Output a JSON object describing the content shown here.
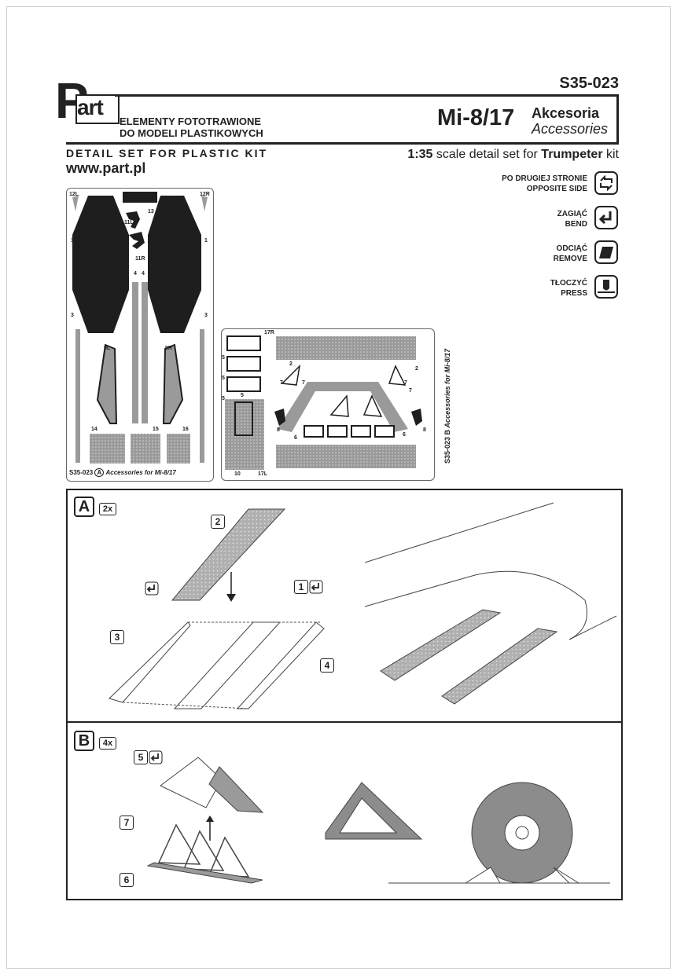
{
  "header": {
    "code": "S35-023",
    "logo_p": "P",
    "logo_art": "art",
    "polish_line1": "ELEMENTY FOTOTRAWIONE",
    "polish_line2": "DO MODELI PLASTIKOWYCH",
    "model": "Mi-8/17",
    "subtitle_pl": "Akcesoria",
    "subtitle_en": "Accessories",
    "detail_set": "DETAIL SET FOR PLASTIC KIT",
    "website": "www.part.pl",
    "scale": "1:35",
    "scale_text": " scale detail set for ",
    "kit_maker": "Trumpeter",
    "kit_word": " kit"
  },
  "legend": [
    {
      "line1": "PO DRUGIEJ STRONIE",
      "line2": "OPPOSITE SIDE",
      "icon": "opposite-side-icon"
    },
    {
      "line1": "ZAGIĄĆ",
      "line2": "BEND",
      "icon": "bend-icon"
    },
    {
      "line1": "ODCIĄĆ",
      "line2": "REMOVE",
      "icon": "remove-icon"
    },
    {
      "line1": "TŁOCZYĆ",
      "line2": "PRESS",
      "icon": "press-icon"
    }
  ],
  "fret_a": {
    "code": "S35-023",
    "letter": "A",
    "caption": "Accessories for Mi-8/17",
    "labels": [
      "12L",
      "12R",
      "13",
      "11L",
      "11R",
      "1",
      "1",
      "4",
      "4",
      "3",
      "3",
      "9L",
      "9R",
      "14",
      "15",
      "16"
    ]
  },
  "fret_b": {
    "code": "S35-023",
    "letter": "B",
    "caption": "Accessories for Mi-8/17",
    "labels": [
      "17R",
      "5",
      "5",
      "5",
      "5",
      "2",
      "2",
      "7",
      "7",
      "7",
      "7",
      "8",
      "8",
      "6",
      "6",
      "10",
      "17L"
    ]
  },
  "section_a": {
    "letter": "A",
    "multiplier": "2x",
    "callouts": [
      "1",
      "2",
      "3",
      "4"
    ]
  },
  "section_b": {
    "letter": "B",
    "multiplier": "4x",
    "callouts": [
      "5",
      "6",
      "7"
    ]
  },
  "colors": {
    "ink": "#222222",
    "grey": "#9a9a9a",
    "dark": "#1e1e1e",
    "tire": "#8c8c8c"
  }
}
